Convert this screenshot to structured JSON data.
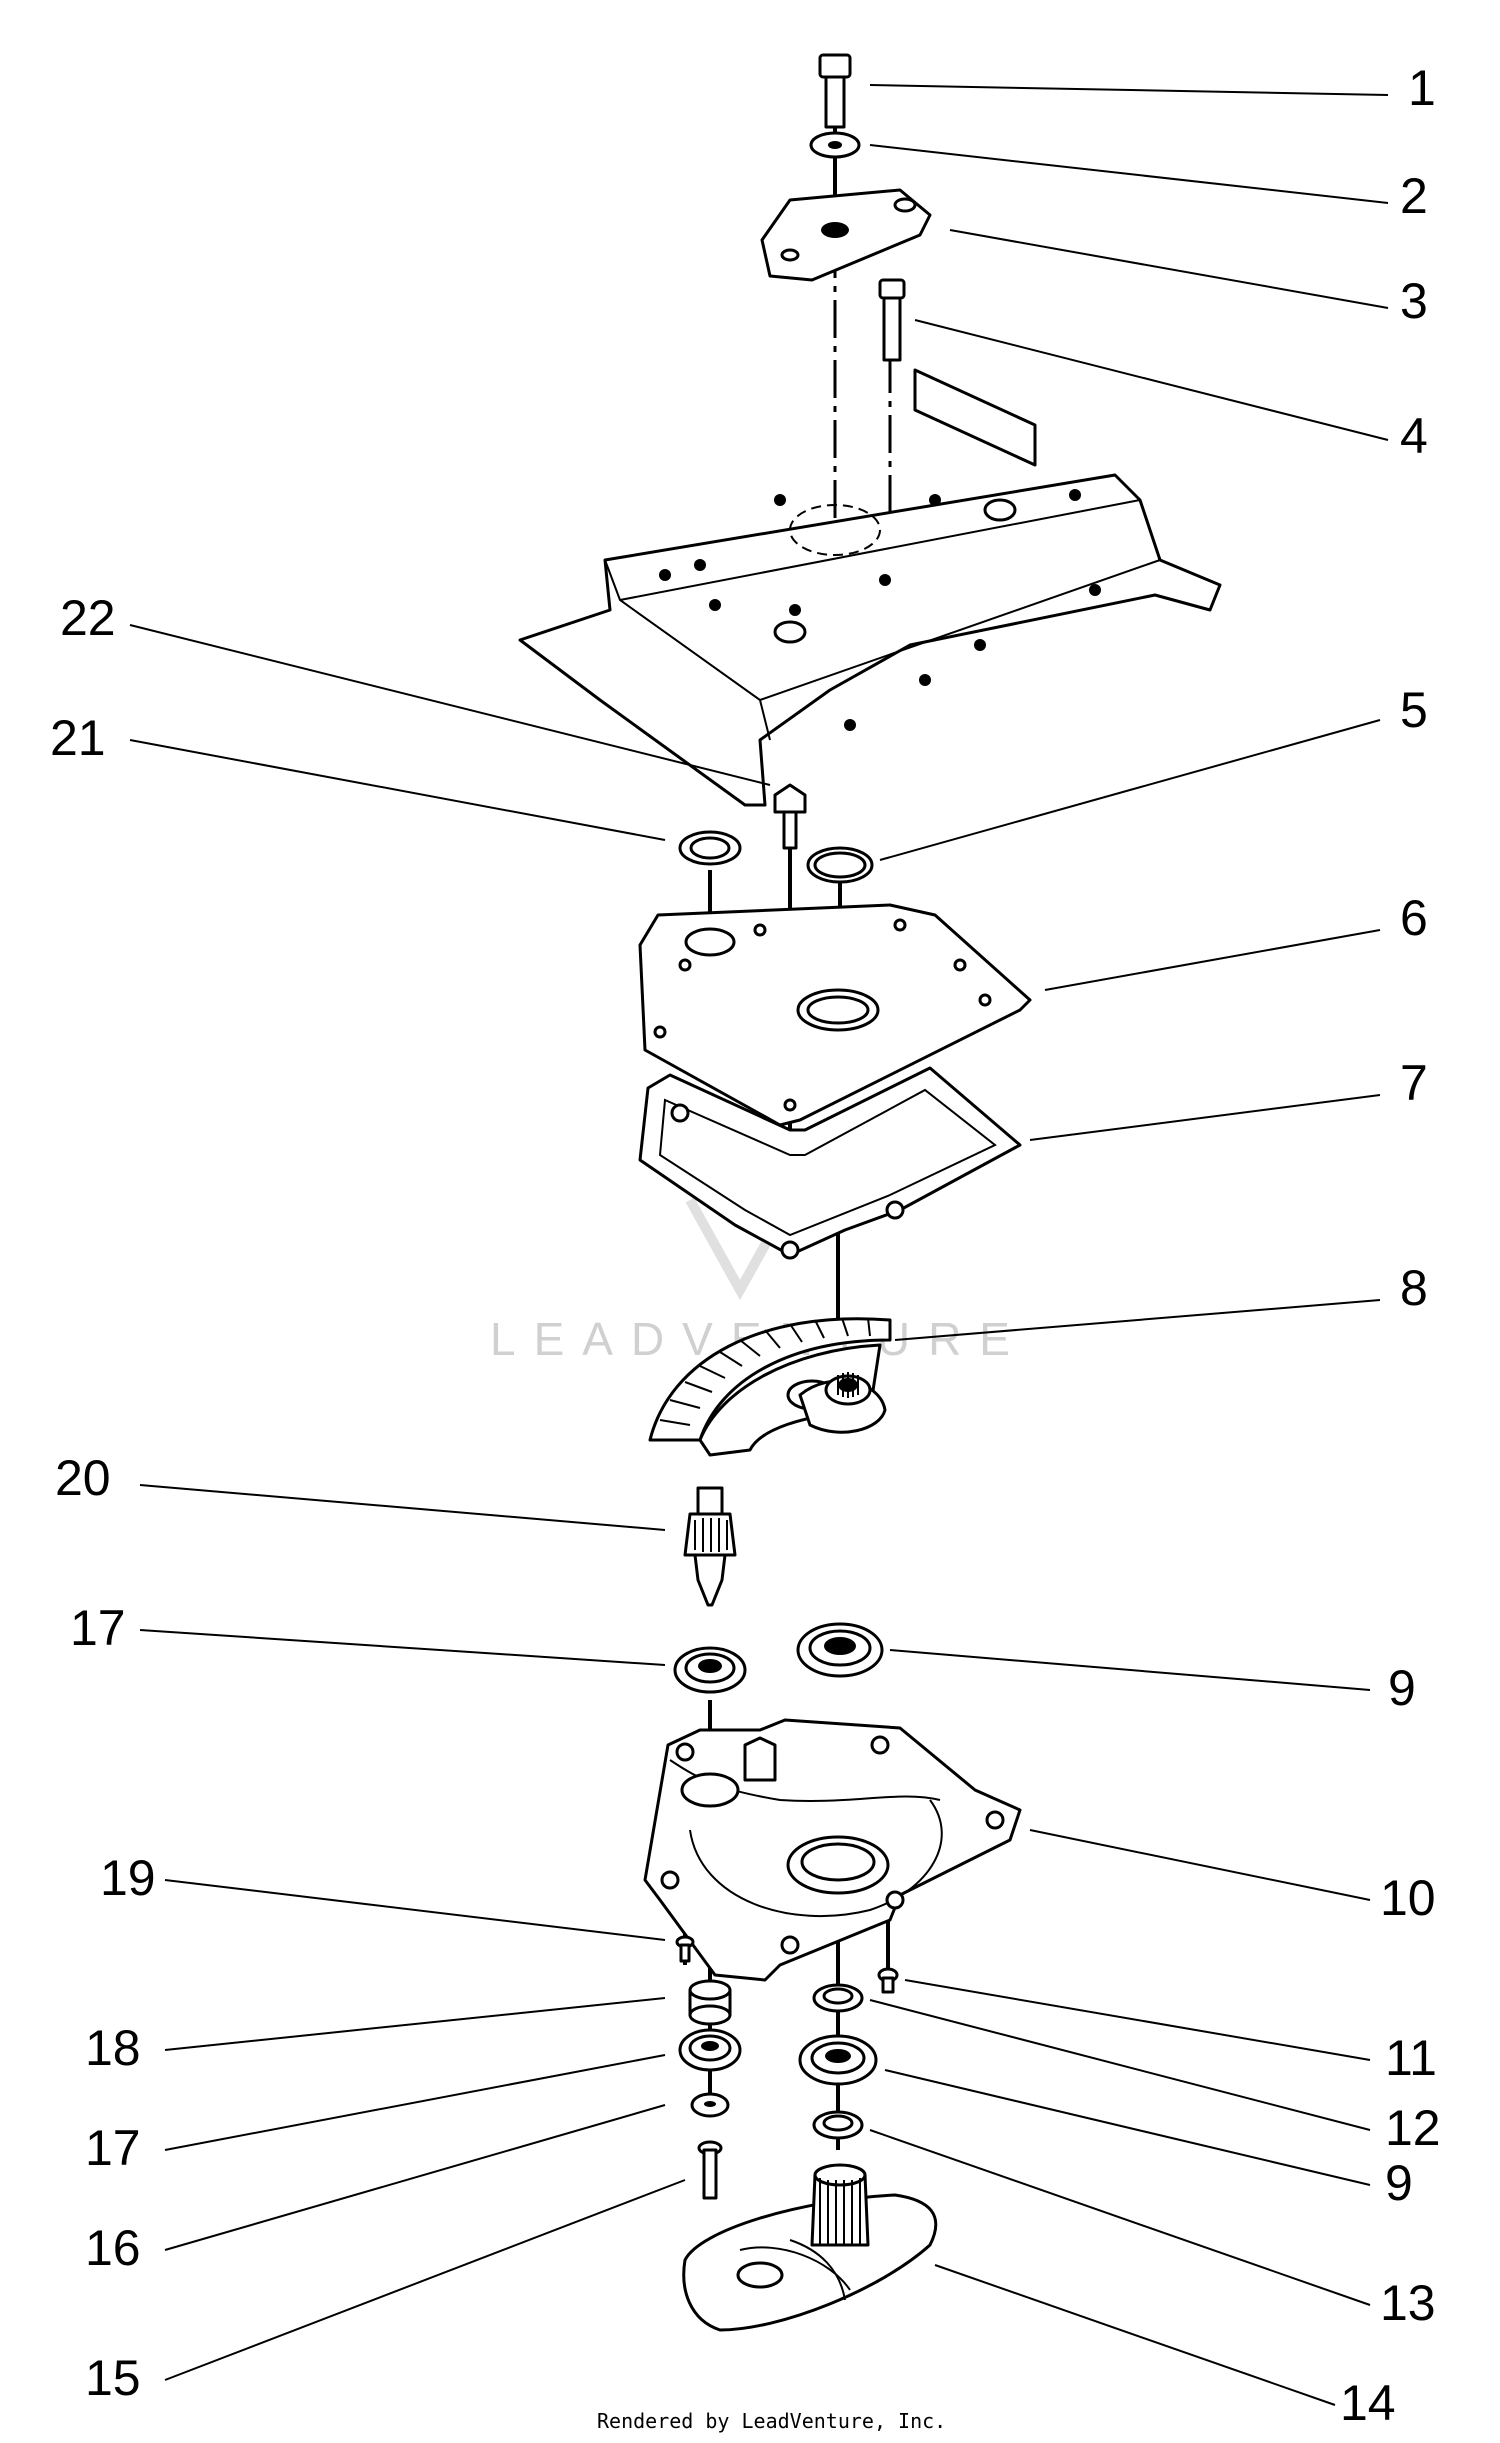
{
  "watermark": "LEADVENTURE",
  "credit": "Rendered by LeadVenture, Inc.",
  "callouts": [
    "1",
    "2",
    "3",
    "4",
    "22",
    "21",
    "5",
    "6",
    "7",
    "8",
    "20",
    "17",
    "9",
    "10",
    "19",
    "11",
    "18",
    "12",
    "17",
    "9",
    "16",
    "13",
    "15",
    "14"
  ]
}
